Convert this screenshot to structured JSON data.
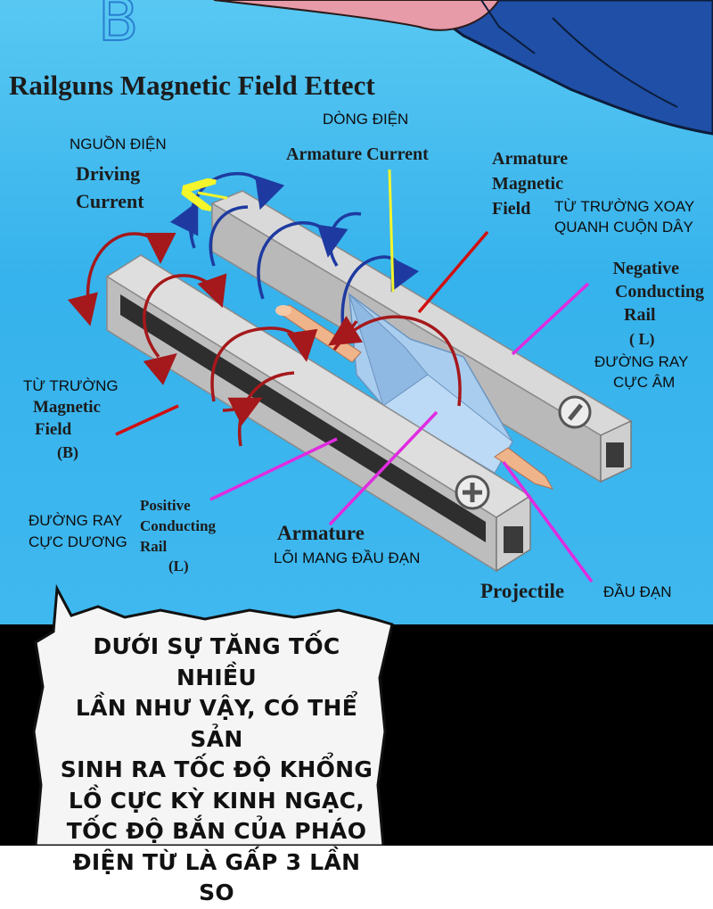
{
  "panel": {
    "letter": "B",
    "title": "Railguns Magnetic Field Ettect",
    "colors": {
      "sky_top": "#58c8f2",
      "sky_bottom": "#3fb8ef",
      "rail": "#c8c8c8",
      "armature": "#a9cdee",
      "projectile": "#f0b48a",
      "red_arrow": "#a5181b",
      "blue_arrow": "#1e3aa0",
      "pointer_magenta": "#e02be0",
      "pointer_red": "#d01010",
      "pointer_yellow": "#f4f52a"
    }
  },
  "labels": {
    "dong_dien": "DÒNG ĐIỆN",
    "armature_current": "Armature Current",
    "nguon_dien": "NGUỒN ĐIỆN",
    "driving": "Driving",
    "current": "Current",
    "armature_magnetic_field_1": "Armature",
    "armature_magnetic_field_2": "Magnetic",
    "armature_magnetic_field_3": "Field",
    "tu_truong_xoay_1": "TỪ TRƯỜNG XOAY",
    "tu_truong_xoay_2": "QUANH CUỘN DÂY",
    "negative_1": "Negative",
    "negative_2": "Conducting",
    "negative_3": "Rail",
    "negative_4": "( L)",
    "duong_ray_am_1": "ĐƯỜNG RAY",
    "duong_ray_am_2": "CỰC ÂM",
    "tu_truong": "TỪ TRƯỜNG",
    "magnetic": "Magnetic",
    "field": "Field",
    "b": "(B)",
    "positive_1": "Positive",
    "positive_2": "Conducting",
    "positive_3": "Rail",
    "positive_4": "(L)",
    "duong_ray_duong_1": "ĐƯỜNG RAY",
    "duong_ray_duong_2": "CỰC DƯƠNG",
    "armature": "Armature",
    "loi_mang": "LÕI MANG ĐẦU ĐẠN",
    "projectile": "Projectile",
    "dau_dan": "ĐẦU ĐẠN",
    "minus_symbol_icon": "minus-icon",
    "plus_symbol_icon": "plus-icon"
  },
  "bubble": {
    "text": "DƯỚI SỰ TĂNG TỐC NHIỀU\nLẦN NHƯ VẬY, CÓ THỂ SẢN\nSINH RA TỐC ĐỘ KHỔNG\nLỒ CỰC KỲ KINH NGẠC,\nTỐC ĐỘ BẮN CỦA PHÁO\nĐIỆN TỪ LÀ GẤP 3 LẦN SO"
  }
}
